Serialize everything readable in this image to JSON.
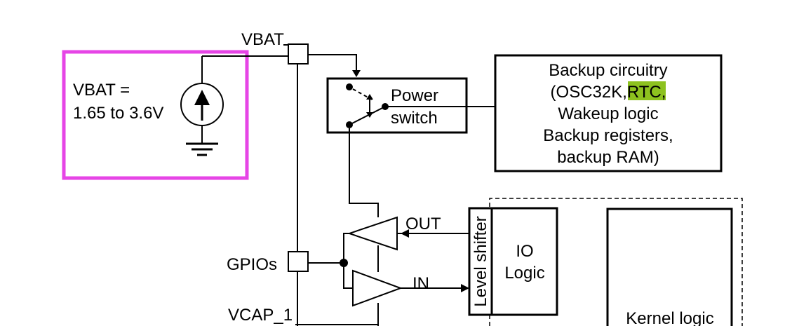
{
  "pins": {
    "vbat": "VBAT",
    "gpios": "GPIOs",
    "vcap": "VCAP_1"
  },
  "vbat_source": {
    "line1": "VBAT =",
    "line2": "1.65 to 3.6V"
  },
  "power_switch": {
    "line1": "Power",
    "line2": "switch"
  },
  "backup": {
    "line1": "Backup circuitry",
    "line2_prefix": "(OSC32K,",
    "line2_highlight": "RTC",
    "line2_suffix": ",",
    "line3": "Wakeup logic",
    "line4": "Backup registers,",
    "line5": "backup RAM)"
  },
  "signals": {
    "out": "OUT",
    "in": "IN"
  },
  "level_shifter": "Level shifter",
  "io_logic": {
    "line1": "IO",
    "line2": "Logic"
  },
  "kernel_logic": "Kernel logic",
  "colors": {
    "highlight_box": "#e645e6",
    "rtc_highlight": "#8dc21f"
  }
}
